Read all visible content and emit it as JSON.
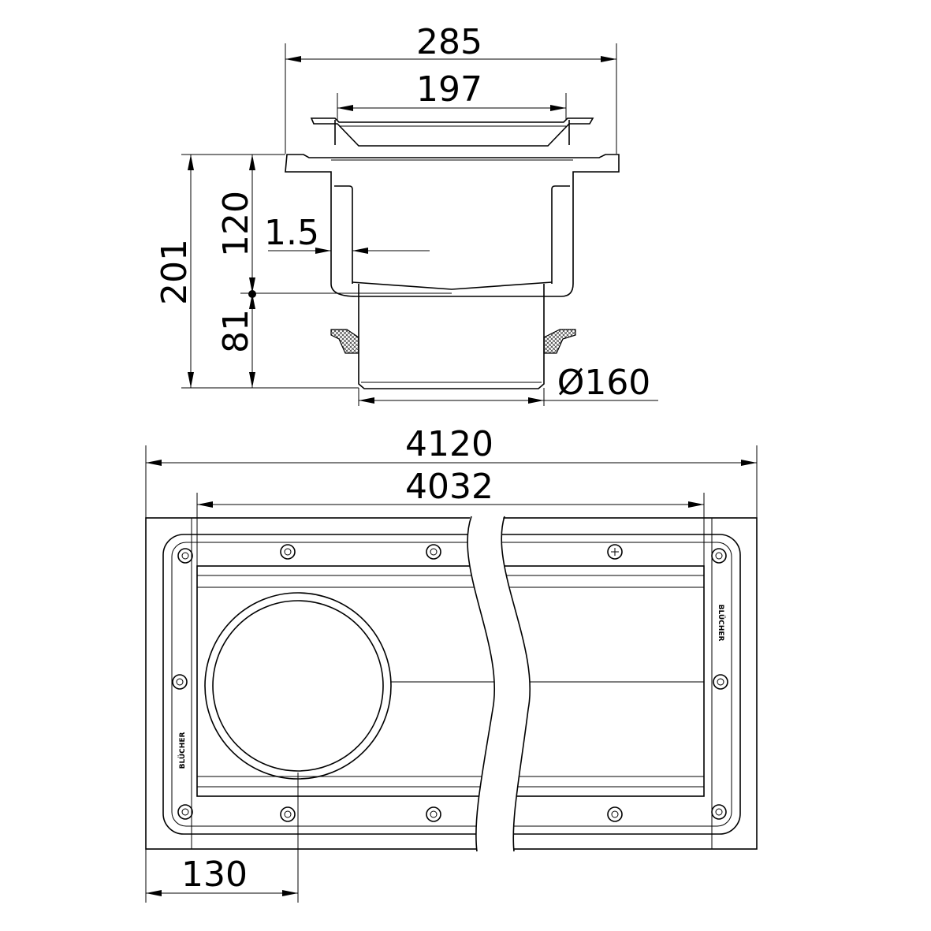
{
  "section_view": {
    "dim_overall_width": "285",
    "dim_grate_width": "197",
    "dim_total_height": "201",
    "dim_upper_height": "120",
    "dim_lower_height": "81",
    "dim_wall_thickness": "1.5",
    "dim_outlet_diameter": "Ø160"
  },
  "plan_view": {
    "dim_overall_length": "4120",
    "dim_inner_length": "4032",
    "dim_outlet_offset": "130",
    "brand_mark": "BLÜCHER"
  }
}
